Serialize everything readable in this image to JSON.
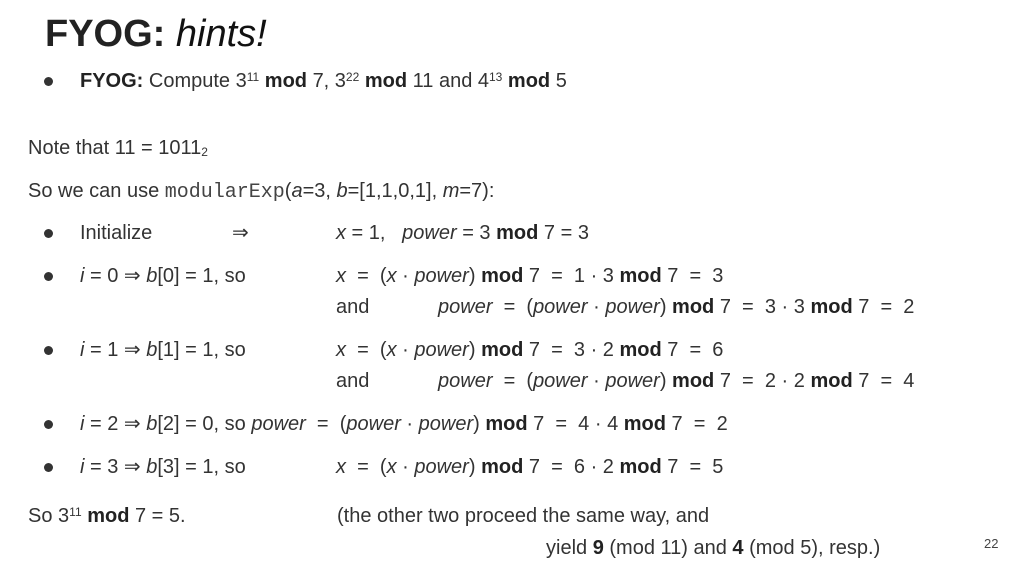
{
  "title": {
    "bold": "FYOG:",
    "italic": "hints!"
  },
  "fyog": {
    "label": "FYOG:",
    "compute": "Compute 3",
    "e1": "11",
    "mod": "mod",
    "seven": "7, 3",
    "e2": "22",
    "eleven": "11 and 4",
    "e3": "13",
    "five": "5"
  },
  "note": {
    "text": "Note that 11 = 1011",
    "sub": "2"
  },
  "use": {
    "pre": "So we can use ",
    "fn": "modularExp",
    "open": "(",
    "a": "a",
    "a_val": "=3, ",
    "b": "b",
    "b_val": "=[1,1,0,1], ",
    "m": "m",
    "m_val": "=7):"
  },
  "steps": {
    "init": {
      "label": "Initialize",
      "arrow": "⇒",
      "x": "x",
      "x_tail": " = 1,   ",
      "power": "power",
      "power_tail": " = 3 ",
      "mod": "mod",
      "end": " 7 = 3"
    },
    "i0": {
      "i": "i",
      "cond": " = 0 ⇒ ",
      "b": "b",
      "cond2": "[0] = 1, so",
      "x": "x",
      "eq1": "  =  (",
      "x2": "x",
      "dot": " · ",
      "power": "power",
      "close": ")",
      "mod": "mod",
      "res": " 7  =  1 · 3 ",
      "mod2": "mod",
      "res2": " 7  =  3",
      "and": "and",
      "p1": "power",
      "peq": "  =  (",
      "p2": "power",
      "pdot": " · ",
      "p3": "power",
      "pclose": ")",
      "pmod": "mod",
      "pres": " 7  =  3 · 3 ",
      "pmod2": "mod",
      "pres2": " 7  =  2"
    },
    "i1": {
      "i": "i",
      "cond": " = 1 ⇒ ",
      "b": "b",
      "cond2": "[1] = 1, so",
      "x": "x",
      "eq1": "  =  (",
      "x2": "x",
      "dot": " · ",
      "power": "power",
      "close": ")",
      "mod": "mod",
      "res": " 7  =  3 · 2 ",
      "mod2": "mod",
      "res2": " 7  =  6",
      "and": "and",
      "p1": "power",
      "peq": "  =  (",
      "p2": "power",
      "pdot": " · ",
      "p3": "power",
      "pclose": ")",
      "pmod": "mod",
      "pres": " 7  =  2 · 2 ",
      "pmod2": "mod",
      "pres2": " 7  =  4"
    },
    "i2": {
      "i": "i",
      "cond": " = 2 ⇒ ",
      "b": "b",
      "cond2": "[2] = 0, so ",
      "p1": "power",
      "peq": "  =  (",
      "p2": "power",
      "pdot": " · ",
      "p3": "power",
      "pclose": ")",
      "pmod": "mod",
      "pres": " 7  =  4 · 4 ",
      "pmod2": "mod",
      "pres2": " 7  =  2"
    },
    "i3": {
      "i": "i",
      "cond": " = 3 ⇒ ",
      "b": "b",
      "cond2": "[3] = 1, so",
      "x": "x",
      "eq1": "  =  (",
      "x2": "x",
      "dot": " · ",
      "power": "power",
      "close": ")",
      "mod": "mod",
      "res": " 7  =  6 · 2 ",
      "mod2": "mod",
      "res2": " 7  =  5"
    }
  },
  "conclusion": {
    "pre": "So 3",
    "sup": "11",
    "mod": "mod",
    "post": " 7 = 5.",
    "other1": "(the other two proceed the same way, and",
    "yield": "yield ",
    "nine": "9",
    "mid": " (mod 11) and ",
    "four": "4",
    "end": " (mod 5), resp.)"
  },
  "page_number": "22"
}
